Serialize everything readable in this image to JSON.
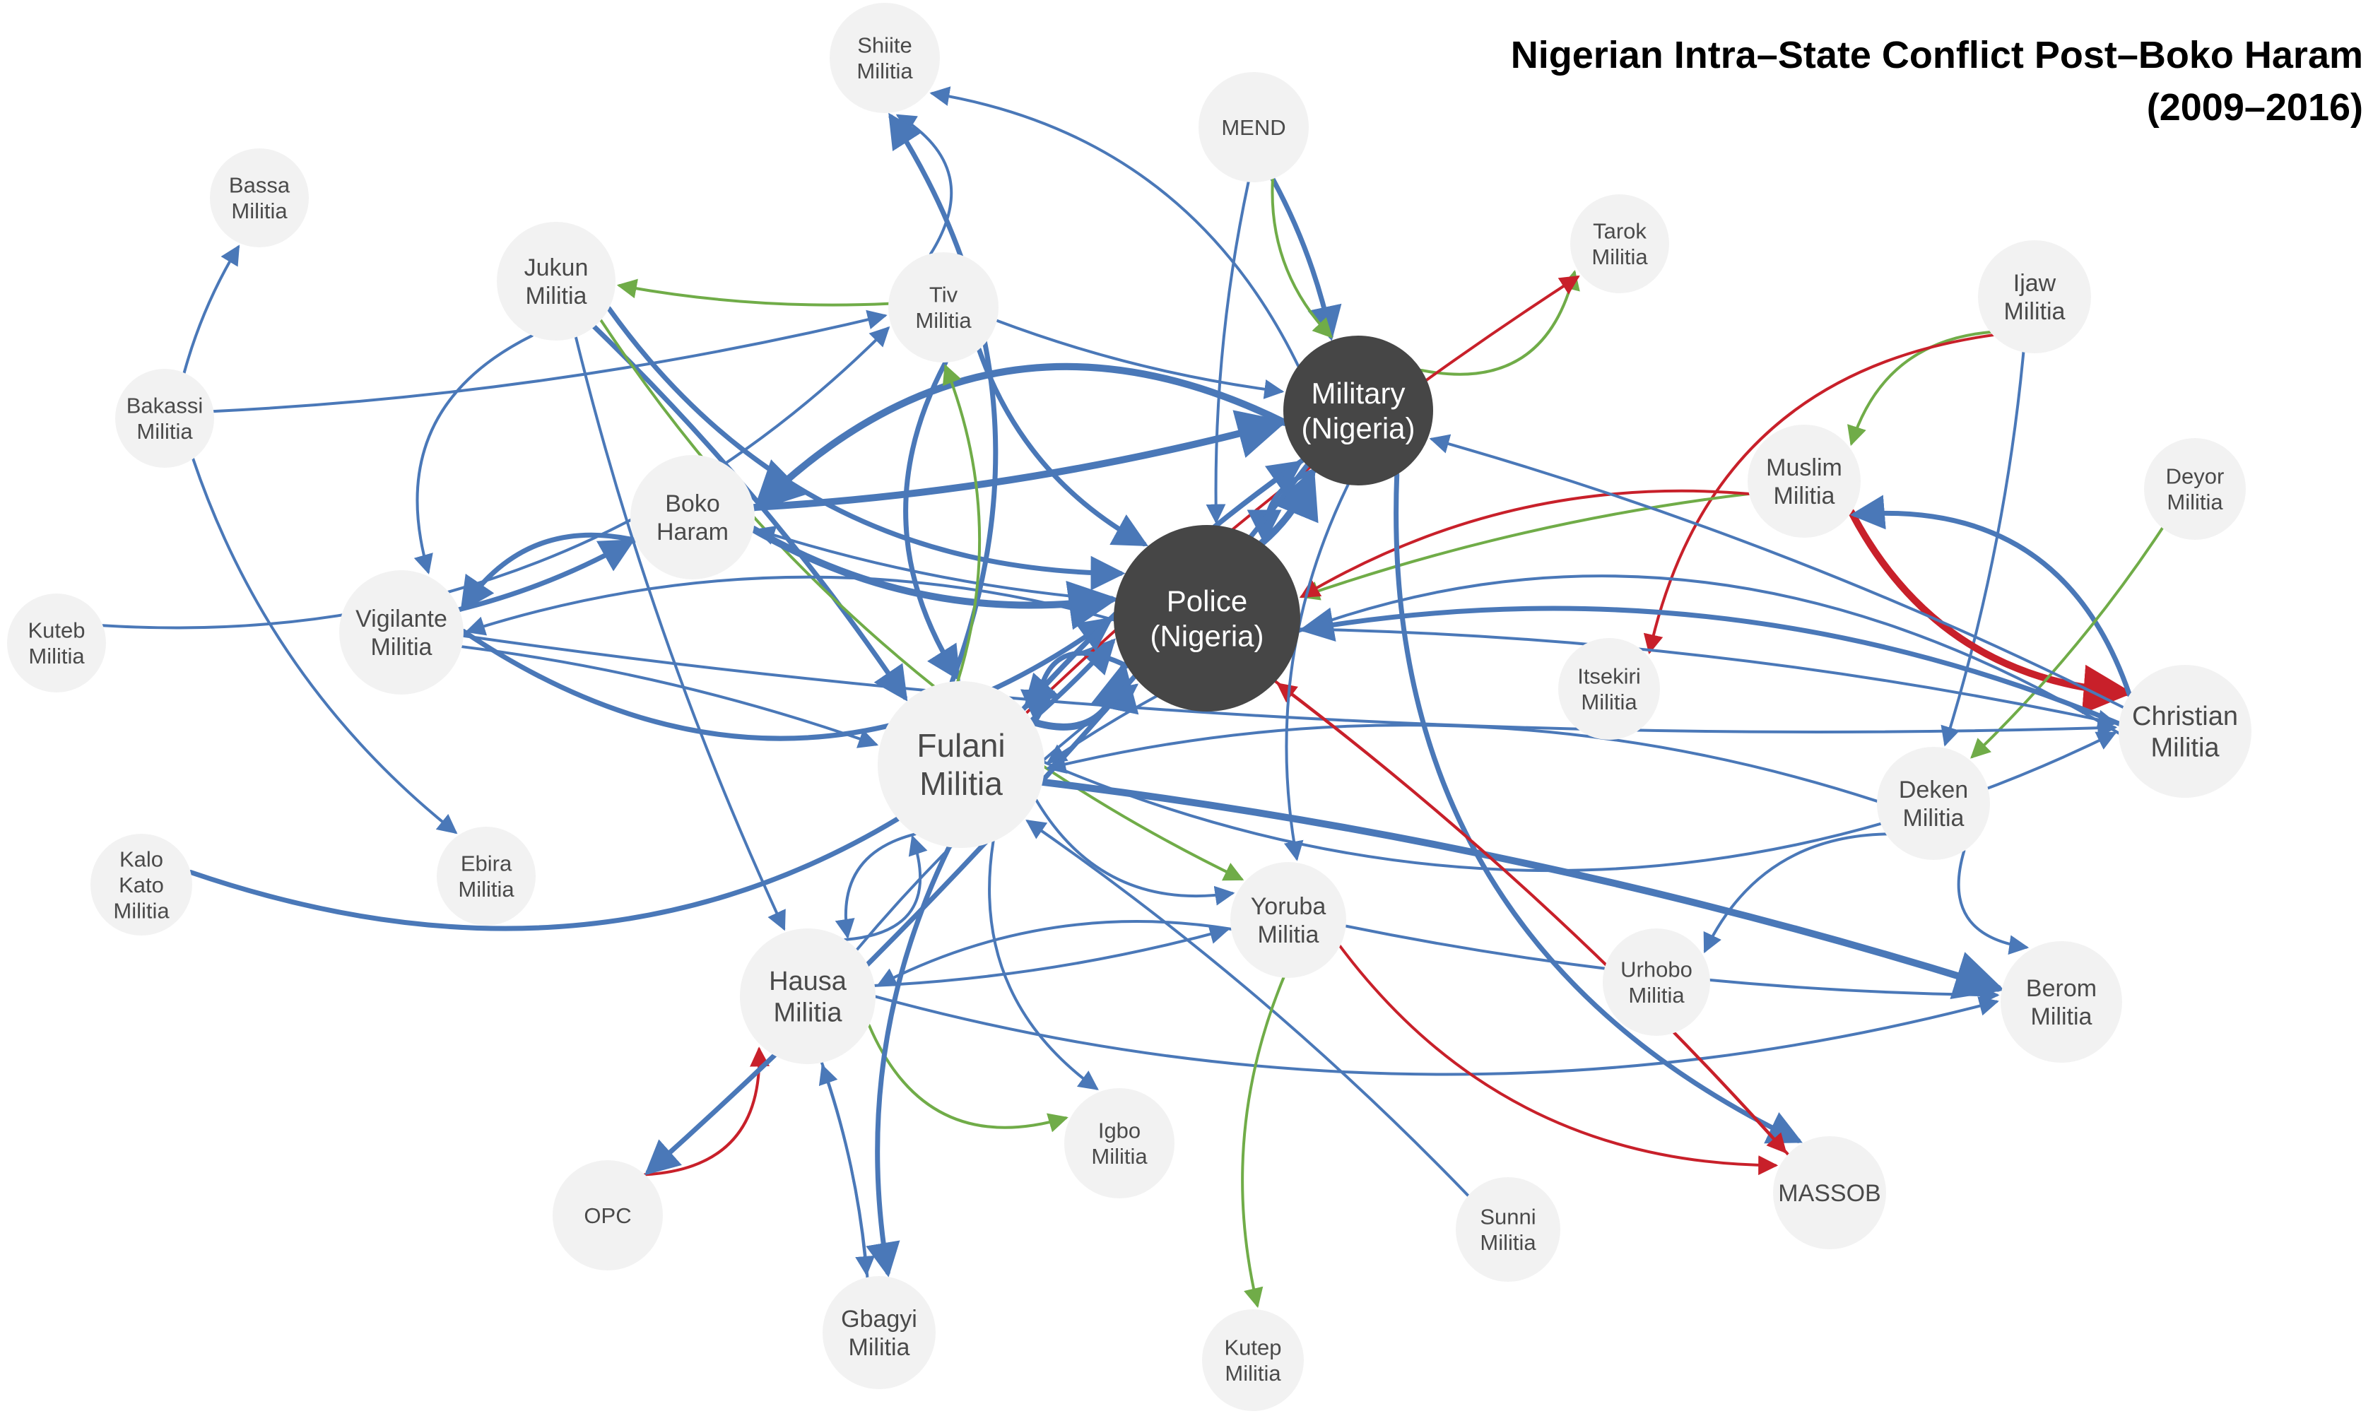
{
  "title": {
    "line1": "Nigerian Intra–State Conflict Post–Boko Haram",
    "line2": "(2009–2016)"
  },
  "colors": {
    "node_fill": "#f2f2f2",
    "state_node_fill": "#464646",
    "edge_blue": "#4a78b8",
    "edge_green": "#70ac48",
    "edge_red": "#c8202a"
  },
  "nodes": {
    "shiite": [
      "Shiite",
      "Militia"
    ],
    "mend": [
      "MEND"
    ],
    "bassa": [
      "Bassa",
      "Militia"
    ],
    "jukun": [
      "Jukun",
      "Militia"
    ],
    "tiv": [
      "Tiv",
      "Militia"
    ],
    "tarok": [
      "Tarok",
      "Militia"
    ],
    "ijaw": [
      "Ijaw",
      "Militia"
    ],
    "bakassi": [
      "Bakassi",
      "Militia"
    ],
    "military": [
      "Military",
      "(Nigeria)"
    ],
    "muslim": [
      "Muslim",
      "Militia"
    ],
    "deyor": [
      "Deyor",
      "Militia"
    ],
    "boko": [
      "Boko",
      "Haram"
    ],
    "kuteb": [
      "Kuteb",
      "Militia"
    ],
    "vigilante": [
      "Vigilante",
      "Militia"
    ],
    "police": [
      "Police",
      "(Nigeria)"
    ],
    "itsekiri": [
      "Itsekiri",
      "Militia"
    ],
    "christian": [
      "Christian",
      "Militia"
    ],
    "fulani": [
      "Fulani",
      "Militia"
    ],
    "deken": [
      "Deken",
      "Militia"
    ],
    "kalo": [
      "Kalo",
      "Kato",
      "Militia"
    ],
    "ebira": [
      "Ebira",
      "Militia"
    ],
    "yoruba": [
      "Yoruba",
      "Militia"
    ],
    "hausa": [
      "Hausa",
      "Militia"
    ],
    "urhobo": [
      "Urhobo",
      "Militia"
    ],
    "berom": [
      "Berom",
      "Militia"
    ],
    "igbo": [
      "Igbo",
      "Militia"
    ],
    "opc": [
      "OPC"
    ],
    "massob": [
      "MASSOB"
    ],
    "sunni": [
      "Sunni",
      "Militia"
    ],
    "gbagyi": [
      "Gbagyi",
      "Militia"
    ],
    "kutep": [
      "Kutep",
      "Militia"
    ]
  },
  "edges": [
    {
      "from": "bakassi",
      "to": "bassa",
      "color": "blue",
      "weight": 1
    },
    {
      "from": "bakassi",
      "to": "tiv",
      "color": "blue",
      "weight": 1
    },
    {
      "from": "bakassi",
      "to": "ebira",
      "color": "blue",
      "weight": 1
    },
    {
      "from": "kuteb",
      "to": "tiv",
      "color": "blue",
      "weight": 1
    },
    {
      "from": "kalo",
      "to": "police",
      "color": "blue",
      "weight": 2
    },
    {
      "from": "tiv",
      "to": "jukun",
      "color": "green",
      "weight": 1
    },
    {
      "from": "tiv",
      "to": "military",
      "color": "blue",
      "weight": 1
    },
    {
      "from": "tiv",
      "to": "police",
      "color": "blue",
      "weight": 2
    },
    {
      "from": "tiv",
      "to": "fulani",
      "color": "blue",
      "weight": 2
    },
    {
      "from": "tiv",
      "to": "shiite",
      "color": "blue",
      "weight": 1
    },
    {
      "from": "jukun",
      "to": "fulani",
      "color": "blue",
      "weight": 2
    },
    {
      "from": "jukun",
      "to": "hausa",
      "color": "blue",
      "weight": 1
    },
    {
      "from": "jukun",
      "to": "yoruba",
      "color": "green",
      "weight": 1
    },
    {
      "from": "jukun",
      "to": "police",
      "color": "blue",
      "weight": 2
    },
    {
      "from": "jukun",
      "to": "vigilante",
      "color": "blue",
      "weight": 1
    },
    {
      "from": "mend",
      "to": "military",
      "color": "blue",
      "weight": 2
    },
    {
      "from": "mend",
      "to": "police",
      "color": "blue",
      "weight": 1
    },
    {
      "from": "mend",
      "to": "military",
      "color": "green",
      "weight": 1
    },
    {
      "from": "military",
      "to": "shiite",
      "color": "blue",
      "weight": 1
    },
    {
      "from": "military",
      "to": "tarok",
      "color": "green",
      "weight": 1
    },
    {
      "from": "fulani",
      "to": "tarok",
      "color": "red",
      "weight": 1
    },
    {
      "from": "boko",
      "to": "military",
      "color": "blue",
      "weight": 3
    },
    {
      "from": "boko",
      "to": "police",
      "color": "blue",
      "weight": 3
    },
    {
      "from": "boko",
      "to": "vigilante",
      "color": "blue",
      "weight": 2
    },
    {
      "from": "military",
      "to": "boko",
      "color": "blue",
      "weight": 3
    },
    {
      "from": "police",
      "to": "boko",
      "color": "blue",
      "weight": 1
    },
    {
      "from": "police",
      "to": "military",
      "color": "blue",
      "weight": 3
    },
    {
      "from": "military",
      "to": "police",
      "color": "blue",
      "weight": 2
    },
    {
      "from": "fulani",
      "to": "shiite",
      "color": "blue",
      "weight": 2
    },
    {
      "from": "vigilante",
      "to": "police",
      "color": "blue",
      "weight": 2
    },
    {
      "from": "vigilante",
      "to": "fulani",
      "color": "blue",
      "weight": 1
    },
    {
      "from": "vigilante",
      "to": "boko",
      "color": "blue",
      "weight": 2
    },
    {
      "from": "police",
      "to": "vigilante",
      "color": "blue",
      "weight": 1
    },
    {
      "from": "fulani",
      "to": "police",
      "color": "blue",
      "weight": 3
    },
    {
      "from": "police",
      "to": "fulani",
      "color": "blue",
      "weight": 2
    },
    {
      "from": "fulani",
      "to": "military",
      "color": "blue",
      "weight": 2
    },
    {
      "from": "military",
      "to": "fulani",
      "color": "blue",
      "weight": 2
    },
    {
      "from": "fulani",
      "to": "tiv",
      "color": "green",
      "weight": 1
    },
    {
      "from": "ijaw",
      "to": "muslim",
      "color": "green",
      "weight": 1
    },
    {
      "from": "ijaw",
      "to": "itsekiri",
      "color": "red",
      "weight": 1
    },
    {
      "from": "ijaw",
      "to": "deken",
      "color": "blue",
      "weight": 1
    },
    {
      "from": "muslim",
      "to": "police",
      "color": "green",
      "weight": 1
    },
    {
      "from": "muslim",
      "to": "police",
      "color": "red",
      "weight": 1
    },
    {
      "from": "muslim",
      "to": "christian",
      "color": "red",
      "weight": 3
    },
    {
      "from": "christian",
      "to": "muslim",
      "color": "blue",
      "weight": 2
    },
    {
      "from": "deyor",
      "to": "deken",
      "color": "green",
      "weight": 1
    },
    {
      "from": "christian",
      "to": "military",
      "color": "blue",
      "weight": 1
    },
    {
      "from": "christian",
      "to": "police",
      "color": "blue",
      "weight": 2
    },
    {
      "from": "fulani",
      "to": "christian",
      "color": "blue",
      "weight": 1
    },
    {
      "from": "christian",
      "to": "fulani",
      "color": "blue",
      "weight": 1
    },
    {
      "from": "police",
      "to": "christian",
      "color": "blue",
      "weight": 1
    },
    {
      "from": "vigilante",
      "to": "christian",
      "color": "blue",
      "weight": 1
    },
    {
      "from": "deken",
      "to": "fulani",
      "color": "blue",
      "weight": 1
    },
    {
      "from": "deken",
      "to": "urhobo",
      "color": "blue",
      "weight": 1
    },
    {
      "from": "deken",
      "to": "berom",
      "color": "blue",
      "weight": 1
    },
    {
      "from": "fulani",
      "to": "berom",
      "color": "blue",
      "weight": 3
    },
    {
      "from": "yoruba",
      "to": "berom",
      "color": "blue",
      "weight": 1
    },
    {
      "from": "hausa",
      "to": "berom",
      "color": "blue",
      "weight": 1
    },
    {
      "from": "yoruba",
      "to": "massob",
      "color": "red",
      "weight": 1
    },
    {
      "from": "military",
      "to": "massob",
      "color": "blue",
      "weight": 2
    },
    {
      "from": "police",
      "to": "massob",
      "color": "red",
      "weight": 1
    },
    {
      "from": "massob",
      "to": "police",
      "color": "red",
      "weight": 1
    },
    {
      "from": "military",
      "to": "yoruba",
      "color": "blue",
      "weight": 1
    },
    {
      "from": "fulani",
      "to": "hausa",
      "color": "blue",
      "weight": 1
    },
    {
      "from": "hausa",
      "to": "fulani",
      "color": "blue",
      "weight": 1
    },
    {
      "from": "hausa",
      "to": "police",
      "color": "blue",
      "weight": 1
    },
    {
      "from": "hausa",
      "to": "yoruba",
      "color": "blue",
      "weight": 1
    },
    {
      "from": "yoruba",
      "to": "hausa",
      "color": "blue",
      "weight": 1
    },
    {
      "from": "fulani",
      "to": "yoruba",
      "color": "blue",
      "weight": 1
    },
    {
      "from": "hausa",
      "to": "igbo",
      "color": "green",
      "weight": 1
    },
    {
      "from": "hausa",
      "to": "gbagyi",
      "color": "blue",
      "weight": 1
    },
    {
      "from": "gbagyi",
      "to": "hausa",
      "color": "blue",
      "weight": 1
    },
    {
      "from": "fulani",
      "to": "gbagyi",
      "color": "blue",
      "weight": 2
    },
    {
      "from": "fulani",
      "to": "igbo",
      "color": "blue",
      "weight": 1
    },
    {
      "from": "opc",
      "to": "hausa",
      "color": "red",
      "weight": 1
    },
    {
      "from": "military",
      "to": "opc",
      "color": "blue",
      "weight": 2
    },
    {
      "from": "sunni",
      "to": "fulani",
      "color": "blue",
      "weight": 1
    },
    {
      "from": "yoruba",
      "to": "kutep",
      "color": "green",
      "weight": 1
    }
  ]
}
